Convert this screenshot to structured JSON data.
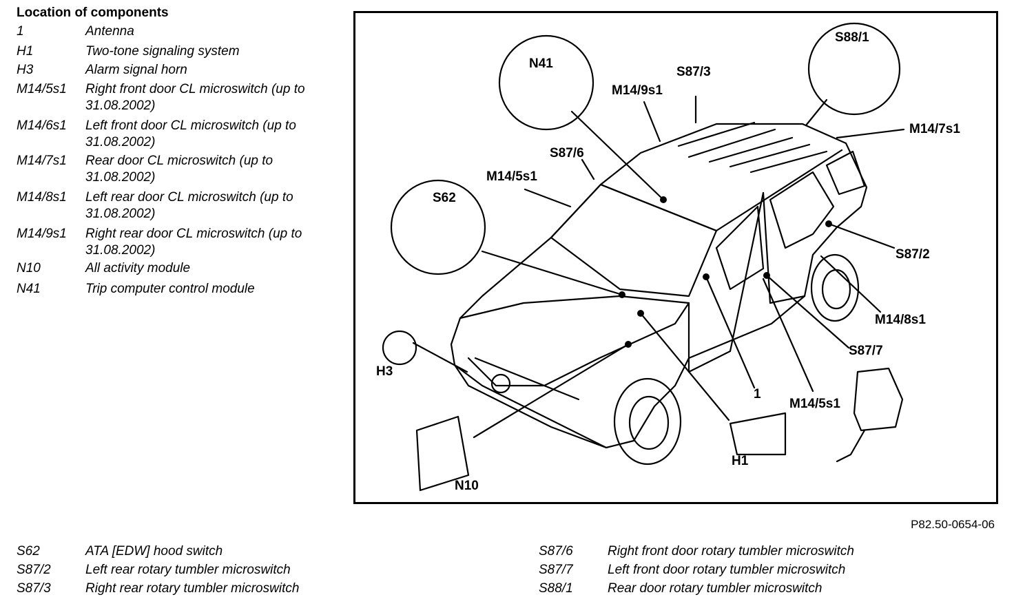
{
  "legend_title": "Location of components",
  "left_legend": [
    {
      "code": "1",
      "desc": "Antenna"
    },
    {
      "code": "H1",
      "desc": "Two-tone signaling system"
    },
    {
      "code": "H3",
      "desc": "Alarm signal horn"
    },
    {
      "code": "M14/5s1",
      "desc": "Right front door CL microswitch (up to 31.08.2002)"
    },
    {
      "code": "M14/6s1",
      "desc": "Left front door CL microswitch (up to 31.08.2002)"
    },
    {
      "code": "M14/7s1",
      "desc": "Rear door CL microswitch (up to 31.08.2002)"
    },
    {
      "code": "M14/8s1",
      "desc": "Left rear door CL microswitch (up to 31.08.2002)"
    },
    {
      "code": "M14/9s1",
      "desc": "Right rear door CL microswitch (up to 31.08.2002)"
    },
    {
      "code": "N10",
      "desc": "All activity module"
    },
    {
      "code": "N41",
      "desc": "Trip computer control module"
    }
  ],
  "bottom_legend_left": [
    {
      "code": "S62",
      "desc": "ATA [EDW] hood switch"
    },
    {
      "code": "S87/2",
      "desc": "Left rear rotary tumbler microswitch"
    },
    {
      "code": "S87/3",
      "desc": "Right rear rotary tumbler microswitch"
    }
  ],
  "bottom_legend_right": [
    {
      "code": "S87/6",
      "desc": "Right front door rotary tumbler microswitch"
    },
    {
      "code": "S87/7",
      "desc": "Left front door rotary tumbler microswitch"
    },
    {
      "code": "S88/1",
      "desc": "Rear door rotary tumbler microswitch"
    }
  ],
  "callouts": {
    "n41": "N41",
    "s87_3": "S87/3",
    "m14_9s1": "M14/9s1",
    "s88": "S88/1",
    "m14_7s1": "M14/7s1",
    "s87_6": "S87/6",
    "m14_5s1_top": "M14/5s1",
    "s62": "S62",
    "s87_2": "S87/2",
    "m14_8s1": "M14/8s1",
    "s87_7": "S87/7",
    "h3": "H3",
    "one": "1",
    "m14_5s1_bottom": "M14/5s1",
    "h1": "H1",
    "n10": "N10"
  },
  "reference": "P82.50-0654-06"
}
